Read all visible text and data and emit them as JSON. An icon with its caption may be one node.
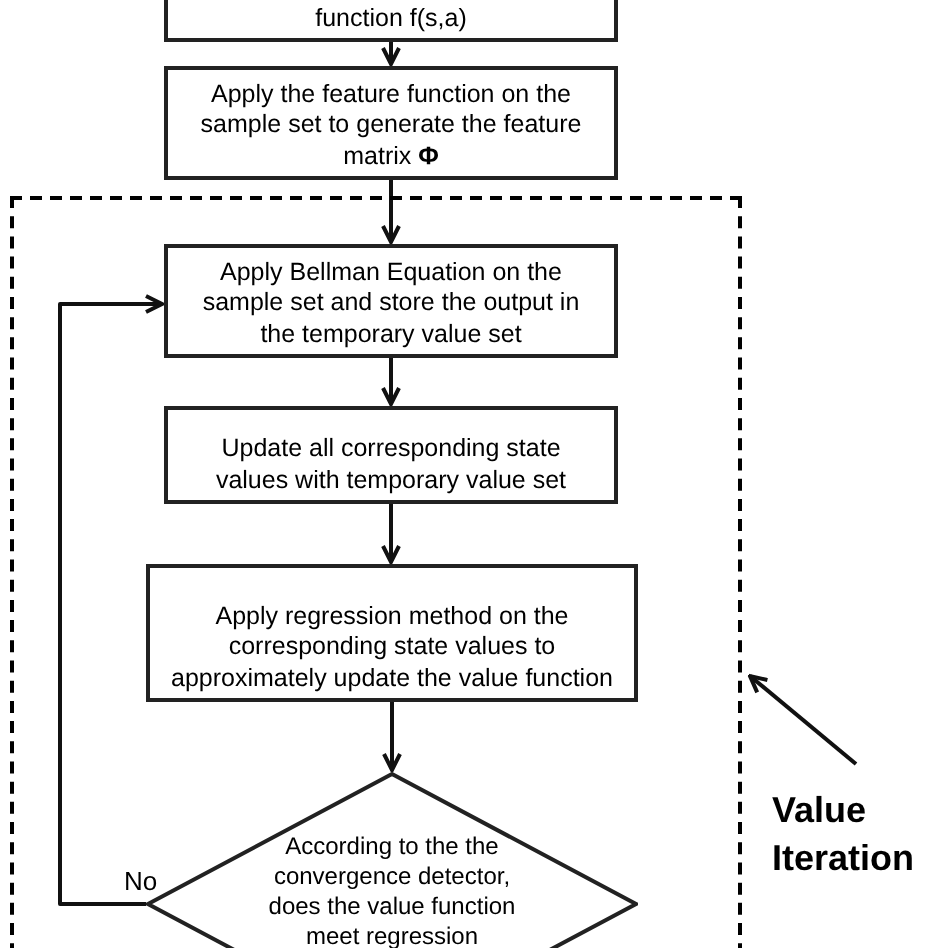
{
  "diagram": {
    "nodes": [
      {
        "text": [
          "function f(s,a)"
        ]
      },
      {
        "text": [
          "Apply the feature function on the sample set to generate the feature matrix **Φ**"
        ]
      },
      {
        "text": [],
        "shape": "box"
      },
      {
        "text": [
          "Apply Bellman Equation on the sample set and store the output in the temporary value set"
        ],
        "in": 2
      },
      {
        "text": [
          "Update all corresponding state values with temporary value set"
        ],
        "in": 2
      },
      {
        "text": [
          "Apply regression method on the corresponding state values to approximately update the value function"
        ],
        "in": 2
      },
      {
        "text": [
          "According to the the convergence detector, does the value function meet regression"
        ],
        "in": 2
      },
      {
        "text": [
          "Value Iteration"
        ]
      }
    ],
    "edges": [
      {
        "from": 0,
        "to": 1,
        "arrow": "to"
      },
      {
        "from": 1,
        "to": 3,
        "arrow": "to"
      },
      {
        "from": 3,
        "to": 4,
        "arrow": "to"
      },
      {
        "from": 4,
        "to": 5,
        "arrow": "to"
      },
      {
        "from": 5,
        "to": 6,
        "arrow": "to"
      },
      {
        "from": 6,
        "to": 3,
        "arrow": "to",
        "label": "No"
      },
      {
        "from": 7,
        "to": 2,
        "arrow": "to"
      }
    ]
  }
}
